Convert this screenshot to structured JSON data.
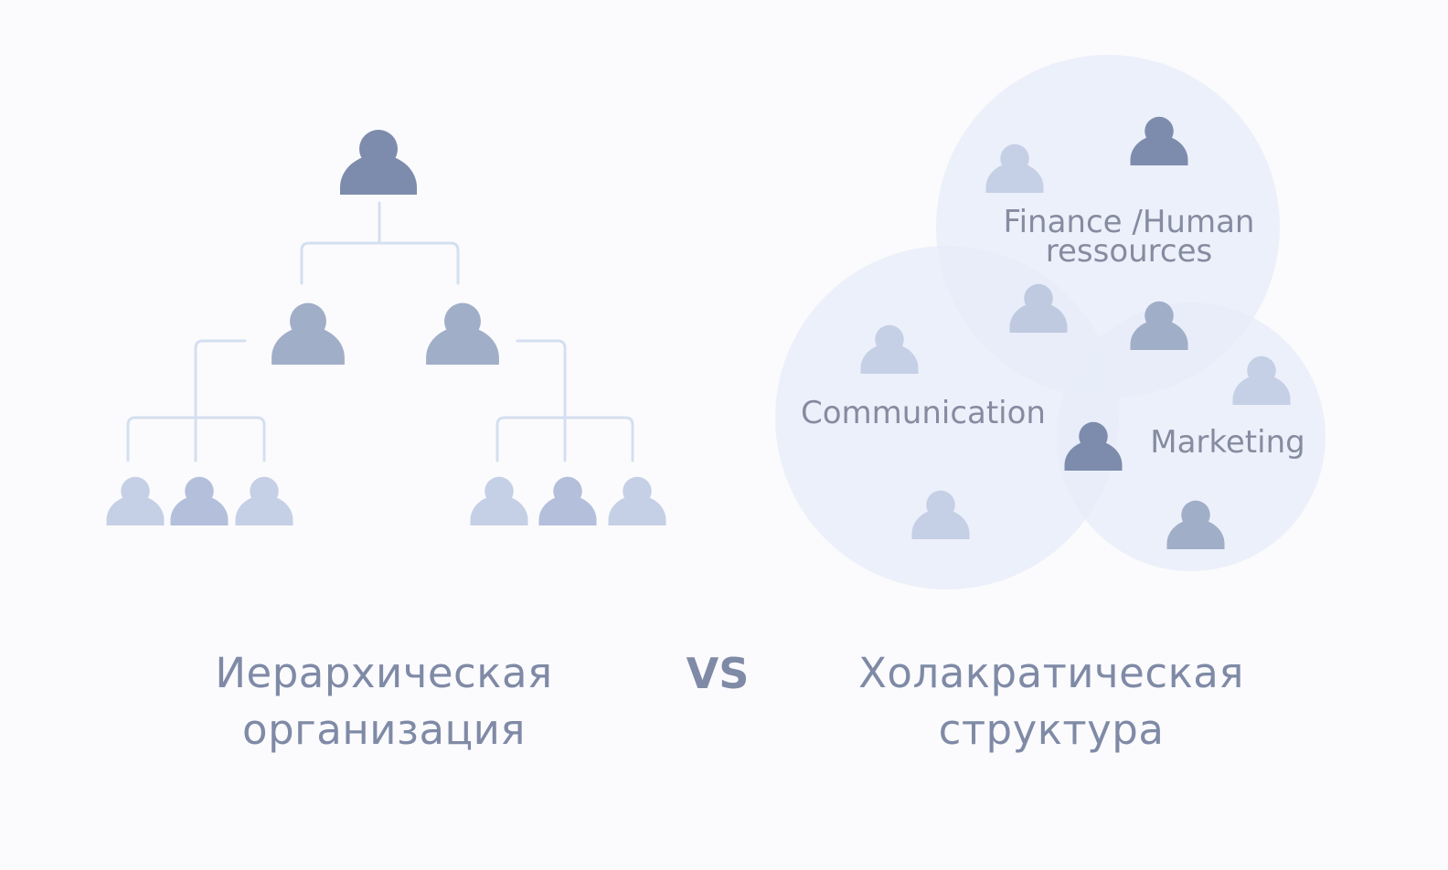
{
  "hierarchy": {
    "caption_line1": "Иерархическая",
    "caption_line2": "организация"
  },
  "vs_label": "VS",
  "holacracy": {
    "caption_line1": "Холакратическая",
    "caption_line2": "структура",
    "circles": [
      {
        "label_line1": "Finance /Human",
        "label_line2": "ressources"
      },
      {
        "label_line1": "Communication",
        "label_line2": ""
      },
      {
        "label_line1": "Marketing",
        "label_line2": ""
      }
    ]
  },
  "colors": {
    "background": "#fbfbfd",
    "person_dark": "#7d8cad",
    "person_mid": "#a0aec8",
    "person_light": "#c5d0e6",
    "connector": "#d4dff0",
    "circle_fill": "#e7ecf8",
    "text": "#7f8aa6"
  }
}
